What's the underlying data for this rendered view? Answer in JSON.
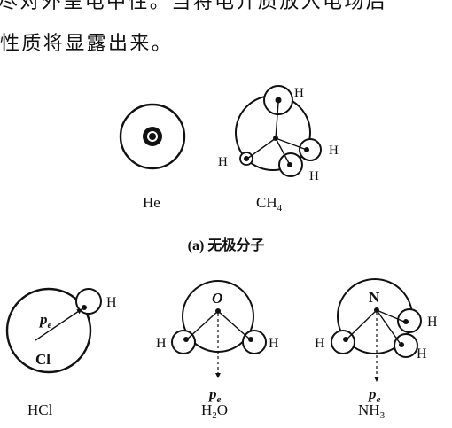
{
  "text": {
    "line1": "尽对外呈电中性。当将电介质放入电场后",
    "line2": "性质将显露出来。"
  },
  "figure": {
    "top_row": {
      "he_label": "He",
      "ch4_label": "CH",
      "ch4_sub": "4",
      "h_label": "H"
    },
    "caption_a": "(a) 无极分子",
    "bottom_row": {
      "hcl": {
        "name": "HCl",
        "cl": "Cl",
        "h": "H",
        "pe": "p",
        "pe_sub": "e"
      },
      "h2o": {
        "h": "H",
        "sub": "2",
        "o_tail": "O",
        "o": "O",
        "pe": "p",
        "pe_sub": "e"
      },
      "nh3": {
        "n_name": "NH",
        "sub": "3",
        "n": "N",
        "h": "H",
        "pe": "p",
        "pe_sub": "e"
      }
    }
  }
}
